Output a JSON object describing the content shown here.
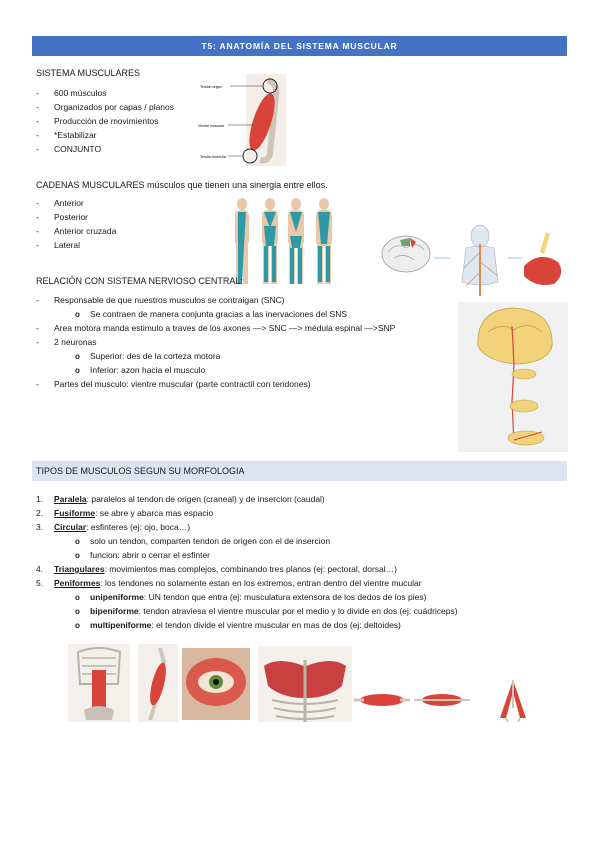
{
  "banner": "T5: ANATOMÍA DEL SISTEMA MUSCULAR",
  "s1": {
    "title": "SISTEMA MUSCULARES",
    "items": [
      "600 músculos",
      "Organizados por capas / planos",
      "Producción de movimientos",
      "*Estabilizar",
      "CONJUNTO"
    ],
    "fig_labels": [
      "Tendón origen",
      "Vientre muscular",
      "Tendón inserción"
    ]
  },
  "s2": {
    "title": "CADENAS MUSCULARES músculos que tienen una sinergia entre ellos.",
    "items": [
      "Anterior",
      "Posterior",
      "Anterior cruzada",
      "Lateral"
    ]
  },
  "s3": {
    "title": "RELACIÓN CON SISTEMA NERVIOSO CENTRAL:",
    "items": [
      "Responsable de que nuestros musculos se contraigan (SNC)",
      "Se contraen de manera conjunta gracias a las inervaciones del SNS",
      "Area motora manda estimulo a traves de los axones —> SNC —> médula espinal —>SNP",
      "2 neuronas",
      "Superior: des de la corteza motora",
      "Inferior: azon hacia el musculo",
      "Partes del musculo: vientre muscular (parte contractil con tendones)"
    ]
  },
  "s4": {
    "title": "TIPOS DE MUSCULOS SEGUN SU MORFOLOGIA",
    "items": [
      {
        "n": "1.",
        "term": "Paralela",
        "rest": ": paralelos al tendon de origen (craneal) y de insercion (caudal)"
      },
      {
        "n": "2.",
        "term": "Fusiforme",
        "rest": ": se abre y abarca mas espacio"
      },
      {
        "n": "3.",
        "term": "Circular",
        "rest": ": esfinteres (ej: ojo, boca…)"
      },
      {
        "n": "",
        "term": "",
        "rest": "solo un tendon, comparten tendon de origen con el de insercion"
      },
      {
        "n": "",
        "term": "",
        "rest": "funcion: abrir o cerrar el esfinter"
      },
      {
        "n": "4.",
        "term": "Triangulares",
        "rest": ": movimientos mas complejos, combinando tres planos (ej: pectoral, dorsal…)"
      },
      {
        "n": "5.",
        "term": "Peniformes",
        "rest": ": los tendones no solamente estan en los extremos, entran dentro del vientre mucular"
      },
      {
        "n": "",
        "term": "unipeniforme",
        "rest": ": UN tendon que entra (ej: musculatura extensora de los dedos de los pies)"
      },
      {
        "n": "",
        "term": "bipeniforme",
        "rest": ": tendon atraviesa el vientre muscular por el medio y lo divide en dos (ej: cuádriceps)"
      },
      {
        "n": "",
        "term": "multipeniforme",
        "rest": ": el tendon divide el vientre muscular en mas de dos (ej: deltoides)"
      }
    ]
  },
  "colors": {
    "banner": "#4472c4",
    "section": "#dbe4f1",
    "muscle": "#d9443a",
    "teal": "#2d9aa6",
    "skin": "#e9c7a8",
    "brain": "#f2d27a"
  }
}
